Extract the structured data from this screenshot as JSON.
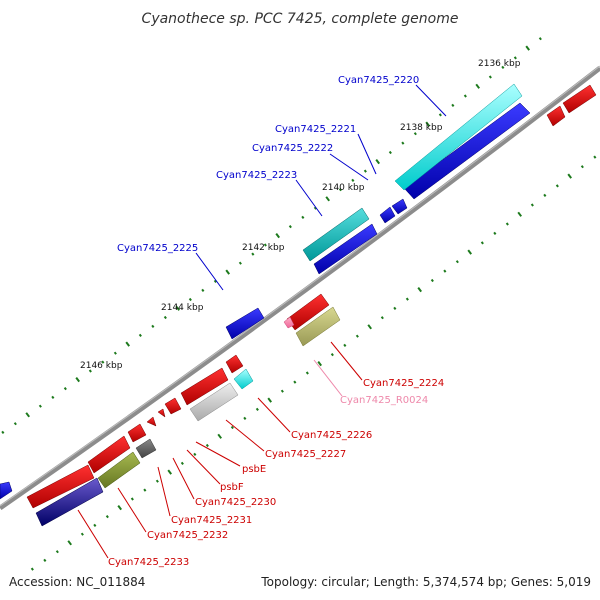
{
  "title": "Cyanothece sp. PCC 7425, complete genome",
  "footer": {
    "accession": "Accession: NC_011884",
    "summary": "Topology: circular; Length: 5,374,574 bp; Genes: 5,019"
  },
  "colors": {
    "backbone": "#8c8c8c",
    "tick": "#1d7a1d",
    "label_forward": "#0000cc",
    "label_reverse": "#cc0000",
    "label_rna": "#ee88aa"
  },
  "scale_labels": [
    "2136 kbp",
    "2138 kbp",
    "2140 kbp",
    "2142 kbp",
    "2144 kbp",
    "2146 kbp"
  ],
  "gene_labels": [
    {
      "text": "Cyan7425_2220",
      "strand": "forward"
    },
    {
      "text": "Cyan7425_2221",
      "strand": "forward"
    },
    {
      "text": "Cyan7425_2222",
      "strand": "forward"
    },
    {
      "text": "Cyan7425_2223",
      "strand": "forward"
    },
    {
      "text": "Cyan7425_2225",
      "strand": "forward"
    },
    {
      "text": "Cyan7425_2224",
      "strand": "reverse"
    },
    {
      "text": "Cyan7425_R0024",
      "strand": "rna"
    },
    {
      "text": "Cyan7425_2226",
      "strand": "reverse"
    },
    {
      "text": "Cyan7425_2227",
      "strand": "reverse"
    },
    {
      "text": "psbE",
      "strand": "reverse"
    },
    {
      "text": "psbF",
      "strand": "reverse"
    },
    {
      "text": "Cyan7425_2230",
      "strand": "reverse"
    },
    {
      "text": "Cyan7425_2231",
      "strand": "reverse"
    },
    {
      "text": "Cyan7425_2232",
      "strand": "reverse"
    },
    {
      "text": "Cyan7425_2233",
      "strand": "reverse"
    }
  ]
}
